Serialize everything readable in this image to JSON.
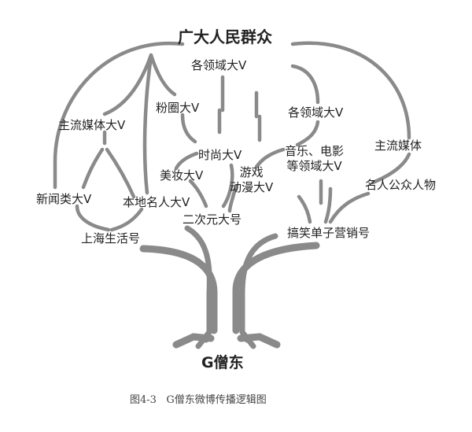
{
  "diagram": {
    "top_label": "广大人民群众",
    "root_label": "G僧东",
    "caption_number": "图4-3",
    "caption_text": "G僧东微博传播逻辑图",
    "nodes": {
      "mainstream_media_v": "主流媒体大V",
      "fan_circle_v": "粉圈大V",
      "fields_v_top": "各领域大V",
      "fields_v_mid": "各领域大V",
      "mainstream_media": "主流媒体",
      "news_v": "新闻类大V",
      "local_celebrity_v": "本地名人大V",
      "fashion_v": "时尚大V",
      "beauty_v": "美妆大V",
      "game_anime_v_line1": "游戏",
      "game_anime_v_line2": "动漫大V",
      "music_film_v_line1": "音乐、电影",
      "music_film_v_line2": "等领域大V",
      "celebrity_public_figure": "名人公众人物",
      "shanghai_life": "上海生活号",
      "acg_v": "二次元大号",
      "comedy_account": "搞笑单子营销号"
    },
    "colors": {
      "line": "#8a8a8a",
      "text": "#222222",
      "background": "#ffffff"
    }
  }
}
